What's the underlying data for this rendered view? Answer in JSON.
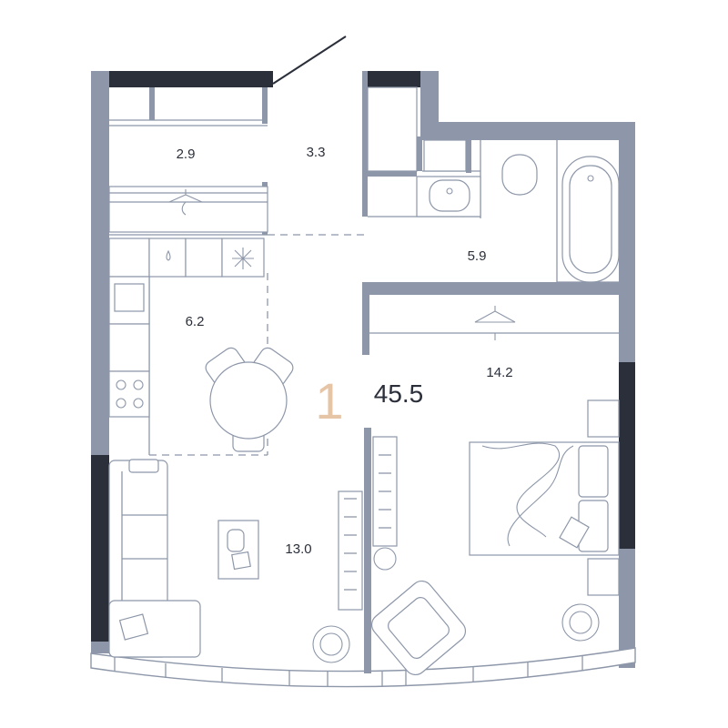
{
  "plan": {
    "total_area": "45.5",
    "room_count": "1",
    "rooms": [
      {
        "id": "storage",
        "area": "2.9"
      },
      {
        "id": "hallway",
        "area": "3.3"
      },
      {
        "id": "bathroom",
        "area": "5.9"
      },
      {
        "id": "kitchen",
        "area": "6.2"
      },
      {
        "id": "bedroom",
        "area": "14.2"
      },
      {
        "id": "living",
        "area": "13.0"
      }
    ]
  },
  "colors": {
    "wall": "#8d97a9",
    "window_dark": "#2b2f3a",
    "text": "#2b2f3a",
    "accent": "#e6c4a6"
  }
}
